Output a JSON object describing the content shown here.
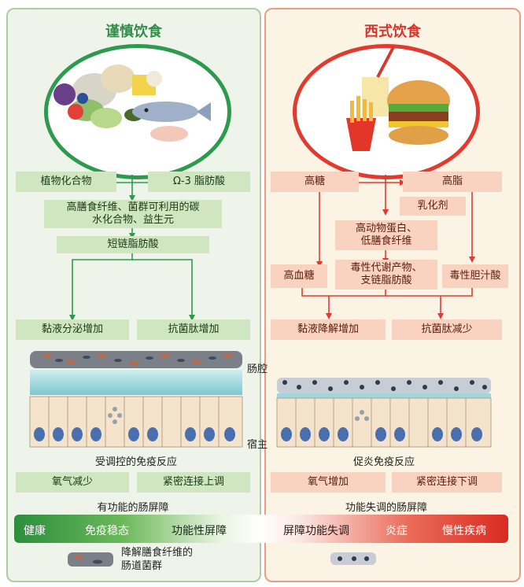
{
  "left": {
    "title": "谨慎饮食",
    "box_phyto": "植物化合物",
    "box_omega": "Ω-3 脂肪酸",
    "box_fiber_line1": "高膳食纤维、菌群可利用的碳",
    "box_fiber_line2": "水化合物、益生元",
    "box_scfa": "短链脂肪酸",
    "box_mucus": "黏液分泌增加",
    "box_amp": "抗菌肽增加",
    "immune": "受调控的免疫反应",
    "box_oxygen": "氧气减少",
    "box_tight": "紧密连接上调",
    "barrier": "有功能的肠屏障"
  },
  "right": {
    "title": "西式饮食",
    "box_sugar": "高糖",
    "box_fat": "高脂",
    "box_emulsifier": "乳化剂",
    "box_protein_line1": "高动物蛋白、",
    "box_protein_line2": "低膳食纤维",
    "box_glucose": "高血糖",
    "box_toxic_line1": "毒性代谢产物、",
    "box_toxic_line2": "支链脂肪酸",
    "box_bile": "毒性胆汁酸",
    "box_mucus": "黏液降解增加",
    "box_amp": "抗菌肽减少",
    "immune": "促炎免疫反应",
    "box_oxygen": "氧气增加",
    "box_tight": "紧密连接下调",
    "barrier": "功能失调的肠屏障"
  },
  "center": {
    "lumen": "肠腔",
    "host": "宿主"
  },
  "bar": {
    "health": "健康",
    "immune_stable": "免疫稳态",
    "functional": "功能性屏障",
    "dysfunction": "屏障功能失调",
    "inflammation": "炎症",
    "chronic": "慢性疾病"
  },
  "legend": {
    "line1": "降解膳食纤维的",
    "line2": "肠道菌群"
  },
  "colors": {
    "green_accent": "#2e9a4e",
    "red_accent": "#e23a2f",
    "green_box": "#cfe6c0",
    "red_box": "#f9d3bf"
  }
}
